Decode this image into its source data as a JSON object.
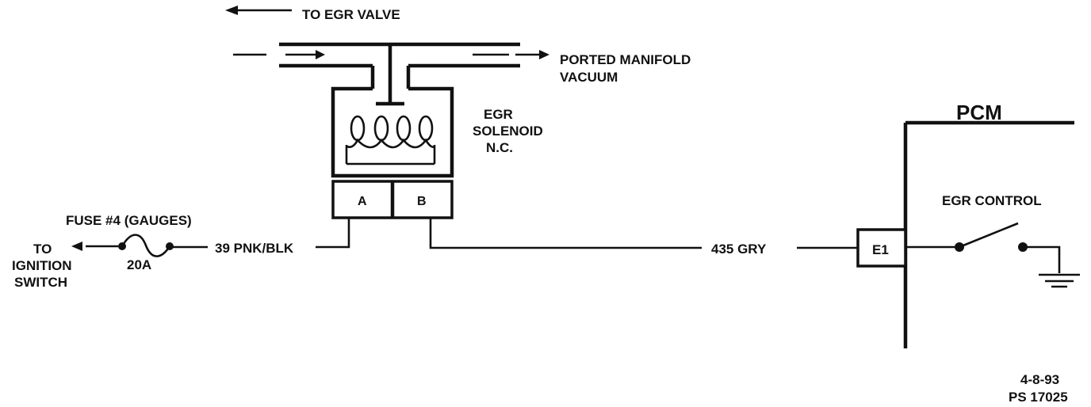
{
  "labels": {
    "to_egr_valve": "TO EGR  VALVE",
    "ported_manifold_1": "PORTED MANIFOLD",
    "ported_manifold_2": "VACUUM",
    "egr_solenoid_1": "EGR",
    "egr_solenoid_2": "SOLENOID",
    "egr_solenoid_3": "N.C.",
    "pin_a": "A",
    "pin_b": "B",
    "fuse": "FUSE #4 (GAUGES)",
    "fuse_rating": "20A",
    "to_ignition_1": "TO",
    "to_ignition_2": "IGNITION",
    "to_ignition_3": "SWITCH",
    "wire_39": "39 PNK/BLK",
    "wire_435": "435 GRY",
    "pcm": "PCM",
    "e1": "E1",
    "egr_control": "EGR CONTROL",
    "date": "4-8-93",
    "ps_number": "PS 17025"
  }
}
